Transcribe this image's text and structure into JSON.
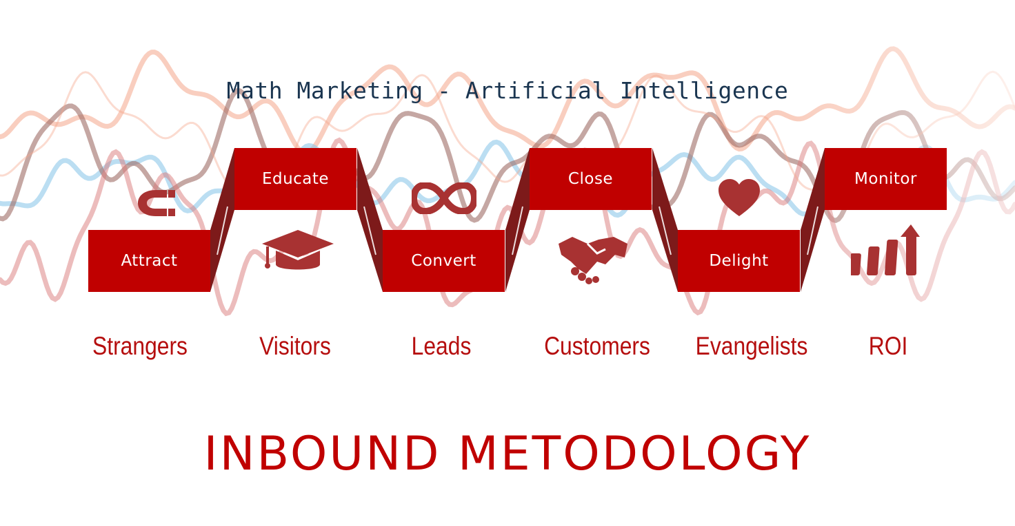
{
  "subtitle": "Math Marketing - Artificial Intelligence",
  "main_title": "INBOUND METODOLOGY",
  "steps": [
    {
      "label": "Attract",
      "stage": "Strangers",
      "icon": "magnet-icon"
    },
    {
      "label": "Educate",
      "stage": "Visitors",
      "icon": "graduation-cap-icon"
    },
    {
      "label": "Convert",
      "stage": "Leads",
      "icon": "infinity-icon"
    },
    {
      "label": "Close",
      "stage": "Customers",
      "icon": "handshake-icon"
    },
    {
      "label": "Delight",
      "stage": "Evangelists",
      "icon": "heart-icon"
    },
    {
      "label": "Monitor",
      "stage": "ROI",
      "icon": "growth-chart-icon"
    }
  ],
  "colors": {
    "box_red": "#c00000",
    "connector_red": "#7d1a1a",
    "icon_red": "#a83232",
    "stage_text": "#b50e0e",
    "subtitle_text": "#1a3550",
    "wave_salmon": "#f4a58a",
    "wave_blue": "#8ec8ea",
    "wave_brown": "#9e6c66",
    "wave_rose": "#d97a7a"
  }
}
